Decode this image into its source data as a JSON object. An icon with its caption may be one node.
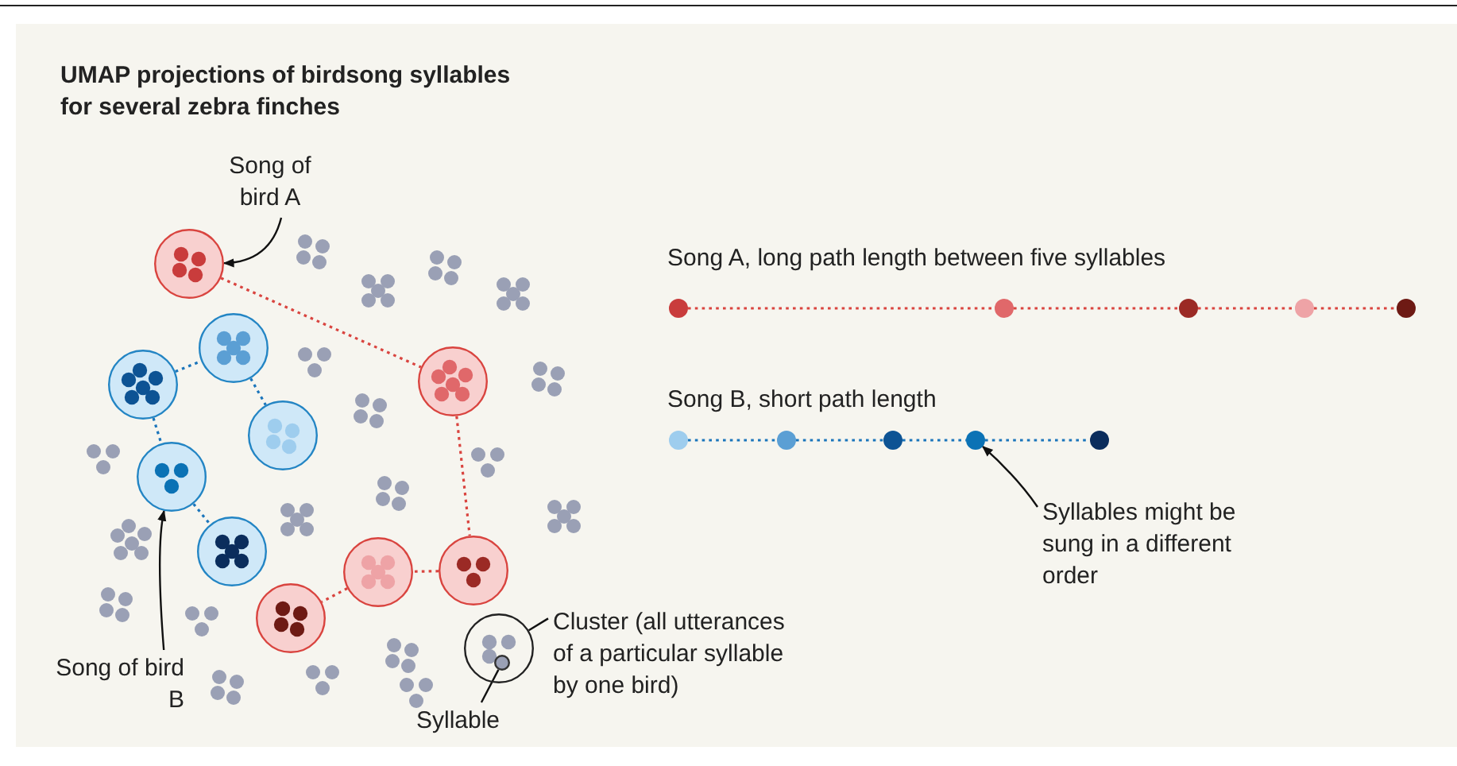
{
  "diagram": {
    "title": "UMAP projections of birdsong syllables for several zebra finches",
    "nodes": [
      {
        "text": [
          "Song of bird A"
        ]
      },
      {
        "text": [],
        "shape": "circle"
      },
      {
        "text": [],
        "shape": "circle"
      },
      {
        "text": [],
        "shape": "circle"
      },
      {
        "text": [],
        "shape": "circle"
      },
      {
        "text": [],
        "shape": "circle"
      },
      {
        "text": [],
        "shape": "circle"
      },
      {
        "text": [],
        "shape": "circle"
      },
      {
        "text": [],
        "shape": "circle"
      },
      {
        "text": [],
        "shape": "circle"
      },
      {
        "text": [],
        "shape": "circle"
      },
      {
        "text": [
          "Song of bird B"
        ]
      },
      {
        "text": [],
        "shape": "circle"
      },
      {
        "text": [],
        "shape": "circle",
        "in": 12
      },
      {
        "text": [
          "Cluster (all utterances of a particular syllable by one bird)"
        ]
      },
      {
        "text": [
          "Syllable"
        ]
      },
      {
        "text": [],
        "shape": "circle"
      },
      {
        "text": [],
        "shape": "circle"
      },
      {
        "text": [],
        "shape": "circle"
      },
      {
        "text": [],
        "shape": "circle"
      },
      {
        "text": [],
        "shape": "circle"
      },
      {
        "text": [],
        "shape": "circle"
      },
      {
        "text": [],
        "shape": "circle"
      },
      {
        "text": [],
        "shape": "circle"
      },
      {
        "text": [],
        "shape": "circle"
      },
      {
        "text": [],
        "shape": "circle"
      },
      {
        "text": [
          "Syllables might be sung in a different order"
        ]
      }
    ],
    "edges": [
      {
        "from": 0,
        "to": 1,
        "arrow": "to",
        "color": "#111111"
      },
      {
        "from": 1,
        "to": 2,
        "arrow": "none",
        "style": "dashed",
        "color": "#d9443f"
      },
      {
        "from": 2,
        "to": 3,
        "arrow": "none",
        "style": "dashed",
        "color": "#d9443f"
      },
      {
        "from": 3,
        "to": 4,
        "arrow": "none",
        "style": "dashed",
        "color": "#d9443f"
      },
      {
        "from": 4,
        "to": 5,
        "arrow": "none",
        "style": "dashed",
        "color": "#d9443f"
      },
      {
        "from": 6,
        "to": 7,
        "arrow": "none",
        "style": "dashed",
        "color": "#1b75bb"
      },
      {
        "from": 7,
        "to": 8,
        "arrow": "none",
        "style": "dashed",
        "color": "#1b75bb"
      },
      {
        "from": 6,
        "to": 9,
        "arrow": "none",
        "style": "dashed",
        "color": "#1b75bb"
      },
      {
        "from": 9,
        "to": 10,
        "arrow": "none",
        "style": "dashed",
        "color": "#1b75bb"
      },
      {
        "from": 11,
        "to": 9,
        "arrow": "to",
        "color": "#111111"
      },
      {
        "from": 14,
        "to": 12,
        "arrow": "none",
        "color": "#111111"
      },
      {
        "from": 15,
        "to": 13,
        "arrow": "none",
        "color": "#111111"
      },
      {
        "from": 16,
        "to": 17,
        "arrow": "none",
        "style": "dashed",
        "color": "#d9443f"
      },
      {
        "from": 17,
        "to": 18,
        "arrow": "none",
        "style": "dashed",
        "color": "#d9443f"
      },
      {
        "from": 18,
        "to": 19,
        "arrow": "none",
        "style": "dashed",
        "color": "#d9443f"
      },
      {
        "from": 19,
        "to": 20,
        "arrow": "none",
        "style": "dashed",
        "color": "#d9443f"
      },
      {
        "from": 21,
        "to": 22,
        "arrow": "none",
        "style": "dashed",
        "color": "#1b75bb"
      },
      {
        "from": 22,
        "to": 23,
        "arrow": "none",
        "style": "dashed",
        "color": "#1b75bb"
      },
      {
        "from": 23,
        "to": 24,
        "arrow": "none",
        "style": "dashed",
        "color": "#1b75bb"
      },
      {
        "from": 24,
        "to": 25,
        "arrow": "none",
        "style": "dashed",
        "color": "#1b75bb"
      },
      {
        "from": 26,
        "to": 24,
        "arrow": "to",
        "color": "#111111"
      }
    ],
    "labels": [
      "Song A, long path length between five syllables",
      "Song B, short path length"
    ]
  }
}
